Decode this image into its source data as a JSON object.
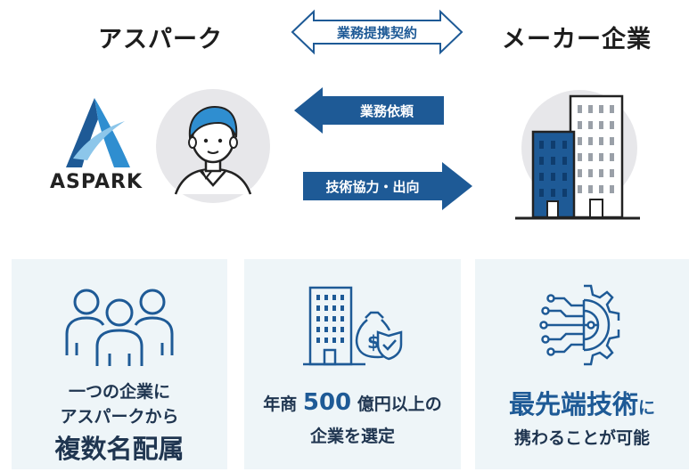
{
  "left_party": {
    "title": "アスパーク",
    "logo_text": "ASPARK"
  },
  "right_party": {
    "title": "メーカー企業"
  },
  "arrows": {
    "partnership": "業務提携契約",
    "request": "業務依頼",
    "cooperation": "技術協力・出向"
  },
  "panels": [
    {
      "line1": "一つの企業に",
      "line2": "アスパークから",
      "line3": "複数名配属",
      "icon": "people-group-icon"
    },
    {
      "prefix": "年商",
      "number": "500",
      "suffix": "億円以上の",
      "line2": "企業を選定",
      "icon": "building-money-icon"
    },
    {
      "highlight": "最先端技術",
      "tail": "に",
      "line2": "携わることが可能",
      "icon": "gear-circuit-icon"
    }
  ],
  "colors": {
    "brand_blue": "#1e5a96",
    "panel_bg": "#eef5f8",
    "circle_bg": "#e7e7ea"
  }
}
